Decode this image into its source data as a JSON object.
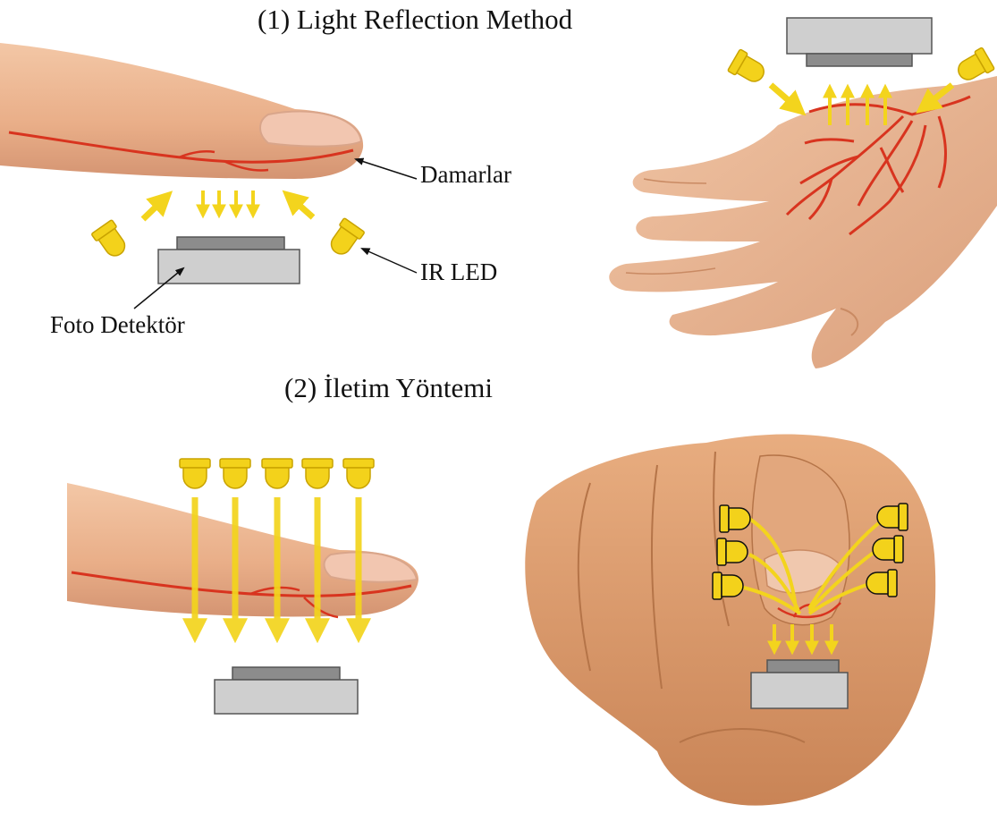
{
  "sections": {
    "reflection": {
      "number": "(1)",
      "title": "Light Reflection Method"
    },
    "transmission": {
      "number": "(2)",
      "title": "İletim Yöntemi"
    }
  },
  "labels": {
    "veins": "Damarlar",
    "ir_led": "IR LED",
    "photo_detector": "Foto Detektör"
  },
  "colors": {
    "skin": "#eab18c",
    "skin_shadow": "#c98a63",
    "nail": "#f2c6b0",
    "vein": "#d8341f",
    "led": "#f3d21b",
    "led_outline": "#c9a300",
    "arrow": "#f3d41d",
    "detector_body": "#cfcfcf",
    "detector_sensor": "#8c8c8c",
    "text": "#111111"
  }
}
